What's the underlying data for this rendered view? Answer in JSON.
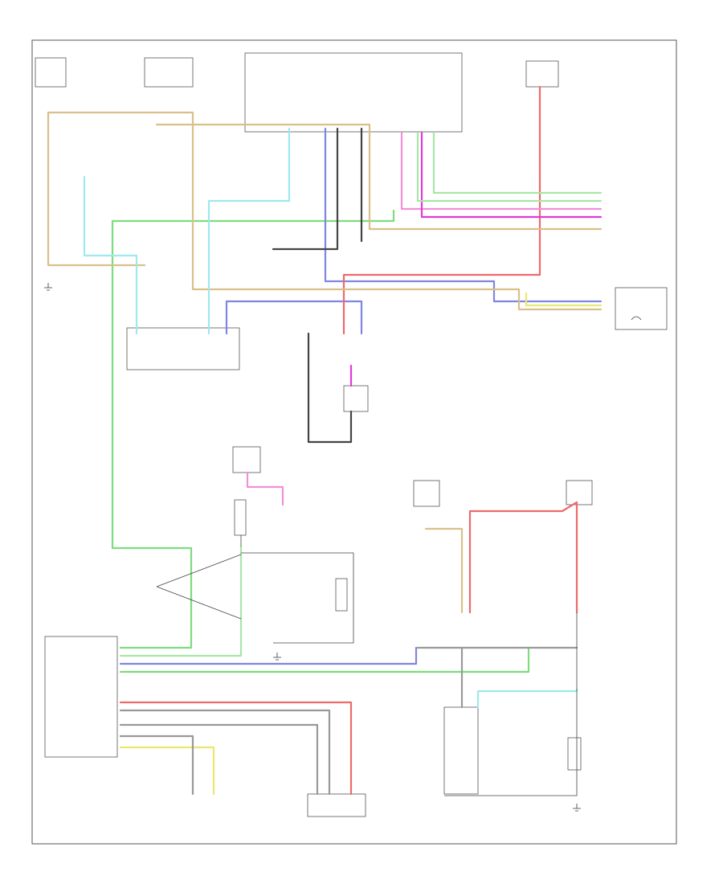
{
  "diagram": {
    "footer_code": "",
    "colors": {
      "light_green": "#a8e6a8",
      "green": "#7ddc7d",
      "pink": "#f28fd8",
      "magenta": "#e23ad6",
      "red": "#ee6a6a",
      "tan": "#d9c08a",
      "cyan": "#9ee8ee",
      "blue": "#7f86e0",
      "dark": "#444444",
      "gray": "#999999",
      "yellow": "#e8e870"
    },
    "components": [
      {
        "key": "fuse_upper_left",
        "label": ""
      },
      {
        "key": "fuse_upper_left_2",
        "label": ""
      },
      {
        "key": "body_control_module",
        "label": ""
      },
      {
        "key": "fuse_top_right",
        "label": ""
      },
      {
        "key": "ac_pressure_sensor",
        "label": ""
      },
      {
        "key": "blower_switch",
        "label": ""
      },
      {
        "key": "blower_motor",
        "label": ""
      },
      {
        "key": "fuse_center",
        "label": ""
      },
      {
        "key": "ac_compressor_relay",
        "label": ""
      },
      {
        "key": "ac_compressor_clutch",
        "label": ""
      },
      {
        "key": "fuse_center_right",
        "label": ""
      },
      {
        "key": "fuse_far_right",
        "label": ""
      },
      {
        "key": "powertrain_control_module",
        "label": ""
      },
      {
        "key": "left_cooling_fan",
        "label": ""
      },
      {
        "key": "right_cooling_fan",
        "label": ""
      },
      {
        "key": "ac_refrigerant_pressure_sensor",
        "label": ""
      },
      {
        "key": "engine_coolant_temp_sensor",
        "label": ""
      }
    ],
    "pcm_pins": [
      "",
      "",
      "",
      "",
      "",
      "",
      "",
      "",
      ""
    ]
  }
}
